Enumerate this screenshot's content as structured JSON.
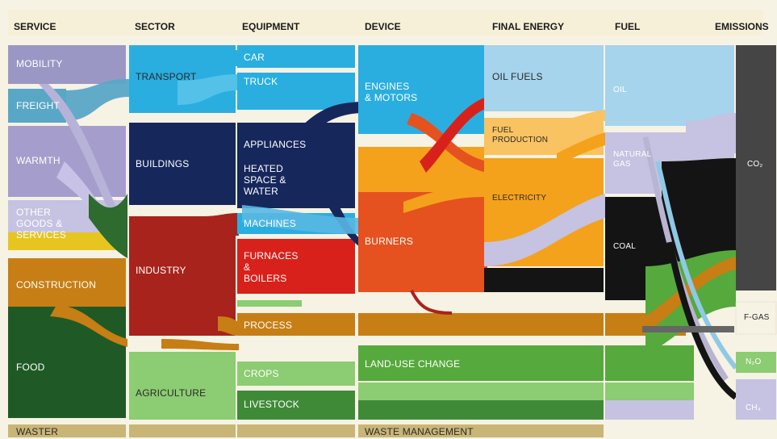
{
  "headers": {
    "service": "SERVICE",
    "sector": "SECTOR",
    "equipment": "EQUIPMENT",
    "device": "DEVICE",
    "final_energy": "FINAL ENERGY",
    "fuel": "FUEL",
    "emissions": "EMISSIONS"
  },
  "service": {
    "mobility": "MOBILITY",
    "freight": "FREIGHT",
    "warmth": "WARMTH",
    "other_goods": "OTHER\nGOODS &\nSERVICES",
    "construction": "CONSTRUCTION",
    "food": "FOOD",
    "waster": "WASTER"
  },
  "sector": {
    "transport": "TRANSPORT",
    "buildings": "BUILDINGS",
    "industry": "INDUSTRY",
    "agriculture": "AGRICULTURE"
  },
  "equipment": {
    "car": "CAR",
    "truck": "TRUCK",
    "appliances": "APPLIANCES",
    "heated": "HEATED\nSPACE &\nWATER",
    "machines": "MACHINES",
    "furnaces": "FURNACES\n&\nBOILERS",
    "process": "PROCESS",
    "crops": "CROPS",
    "livestock": "LIVESTOCK"
  },
  "device": {
    "engines": "ENGINES\n& MOTORS",
    "burners": "BURNERS",
    "land_use": "LAND-USE CHANGE",
    "waste_mgmt": "WASTE MANAGEMENT"
  },
  "final_energy": {
    "oil_fuels": "OIL FUELS",
    "fuel_production": "FUEL\nPRODUCTION",
    "electricity": "ELECTRICITY"
  },
  "fuel": {
    "oil": "OIL",
    "natural_gas": "NATURAL\nGAS",
    "coal": "COAL"
  },
  "emissions": {
    "co2": "CO₂",
    "fgas": "F-GAS",
    "n2o": "N₂O",
    "ch4": "CH₄"
  },
  "colors": {
    "mobility": "#9b97c4",
    "freight": "#59a7c7",
    "warmth": "#a59dcc",
    "other_goods": "#c5c2e2",
    "services_yellow": "#e6c520",
    "construction": "#c77e14",
    "food": "#1f5a26",
    "transport": "#2aaee0",
    "buildings": "#16275c",
    "industry": "#a8231c",
    "agriculture": "#8ccc72",
    "furnaces": "#d9211b",
    "burners": "#e5521f",
    "orange": "#f4a21b",
    "land_use": "#56a93c",
    "coal": "#141414",
    "co2": "#454545",
    "waste": "#c9b676"
  }
}
